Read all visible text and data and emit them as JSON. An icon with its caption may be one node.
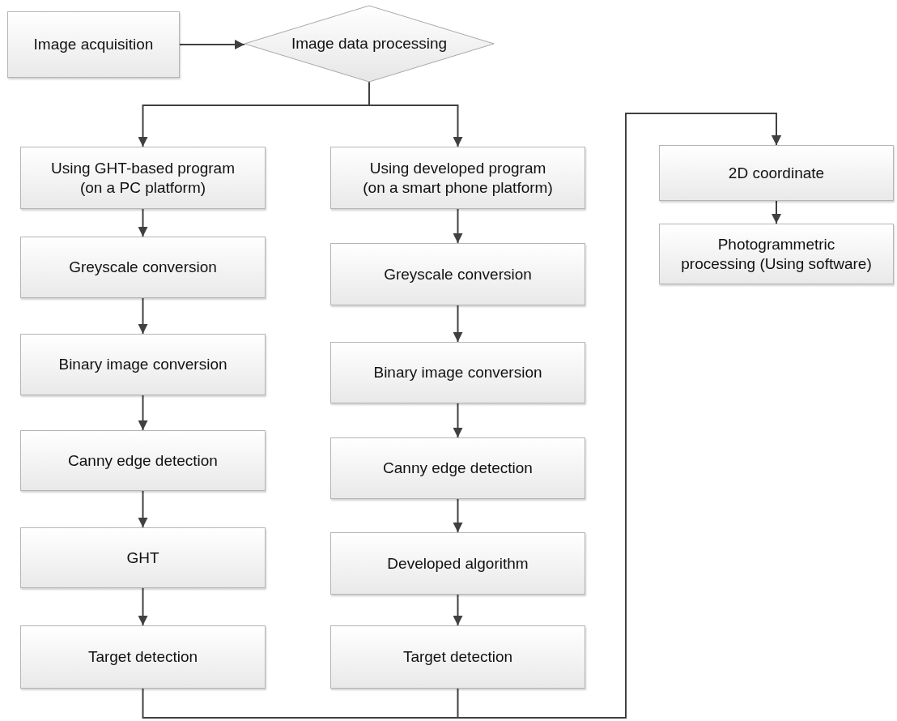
{
  "diagram": {
    "nodes": [
      {
        "text": [
          "Image acquisition"
        ]
      },
      {
        "text": [
          "Image data processing"
        ]
      },
      {
        "text": [
          "Using GHT-based program (on a PC platform)"
        ]
      },
      {
        "text": [
          "Greyscale conversion"
        ]
      },
      {
        "text": [
          "Binary image conversion"
        ]
      },
      {
        "text": [
          "Canny edge detection"
        ]
      },
      {
        "text": [
          "GHT"
        ]
      },
      {
        "text": [
          "Target detection"
        ]
      },
      {
        "text": [
          "Using developed program (on a smart phone platform)"
        ]
      },
      {
        "text": [
          "Greyscale conversion"
        ]
      },
      {
        "text": [
          "Binary image conversion"
        ]
      },
      {
        "text": [
          "Canny edge detection"
        ]
      },
      {
        "text": [
          "Developed algorithm"
        ]
      },
      {
        "text": [
          "Target detection"
        ]
      },
      {
        "text": [
          "2D coordinate"
        ]
      },
      {
        "text": [
          "Photogrammetric processing (Using software)"
        ]
      }
    ],
    "edges": [
      {
        "from": 0,
        "to": 1,
        "arrow": "to"
      },
      {
        "from": 1,
        "to": 2,
        "arrow": "to"
      },
      {
        "from": 1,
        "to": 8,
        "arrow": "to"
      },
      {
        "from": 2,
        "to": 3,
        "arrow": "to"
      },
      {
        "from": 3,
        "to": 4,
        "arrow": "to"
      },
      {
        "from": 4,
        "to": 5,
        "arrow": "to"
      },
      {
        "from": 5,
        "to": 6,
        "arrow": "to"
      },
      {
        "from": 6,
        "to": 7,
        "arrow": "to"
      },
      {
        "from": 8,
        "to": 9,
        "arrow": "to"
      },
      {
        "from": 9,
        "to": 10,
        "arrow": "to"
      },
      {
        "from": 10,
        "to": 11,
        "arrow": "to"
      },
      {
        "from": 11,
        "to": 12,
        "arrow": "to"
      },
      {
        "from": 12,
        "to": 13,
        "arrow": "to"
      },
      {
        "from": 7,
        "to": 14,
        "arrow": "to"
      },
      {
        "from": 13,
        "to": 14,
        "arrow": "to"
      },
      {
        "from": 14,
        "to": 15,
        "arrow": "to"
      }
    ]
  }
}
